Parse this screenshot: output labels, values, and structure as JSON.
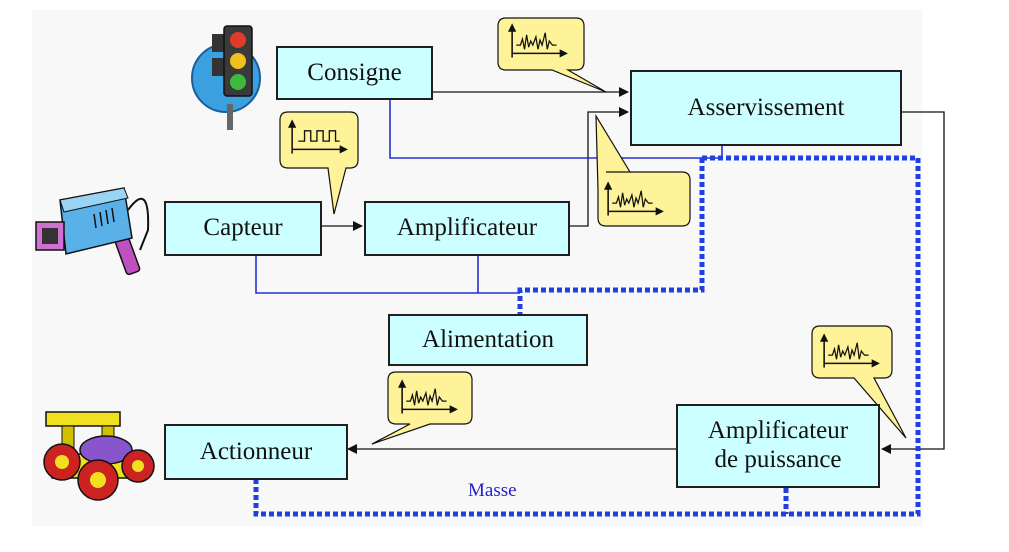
{
  "blocks": {
    "consigne": "Consigne",
    "asservissement": "Asservissement",
    "capteur": "Capteur",
    "amplificateur": "Amplificateur",
    "alimentation": "Alimentation",
    "actionneur": "Actionneur",
    "ampli_puissance_line1": "Amplificateur",
    "ampli_puissance_line2": "de puissance"
  },
  "labels": {
    "masse": "Masse"
  },
  "icons": {
    "traffic_light": "traffic-light-icon",
    "camera": "security-camera-icon",
    "toy_car": "toy-car-icon",
    "signal_bubble": "signal-waveform-callout"
  },
  "colors": {
    "panel": "#f8f8f8",
    "block_fill": "#ccffff",
    "bubble_fill": "#fff39a",
    "wire_blue": "#2233cc",
    "masse_dotted": "#1f3fe0"
  }
}
